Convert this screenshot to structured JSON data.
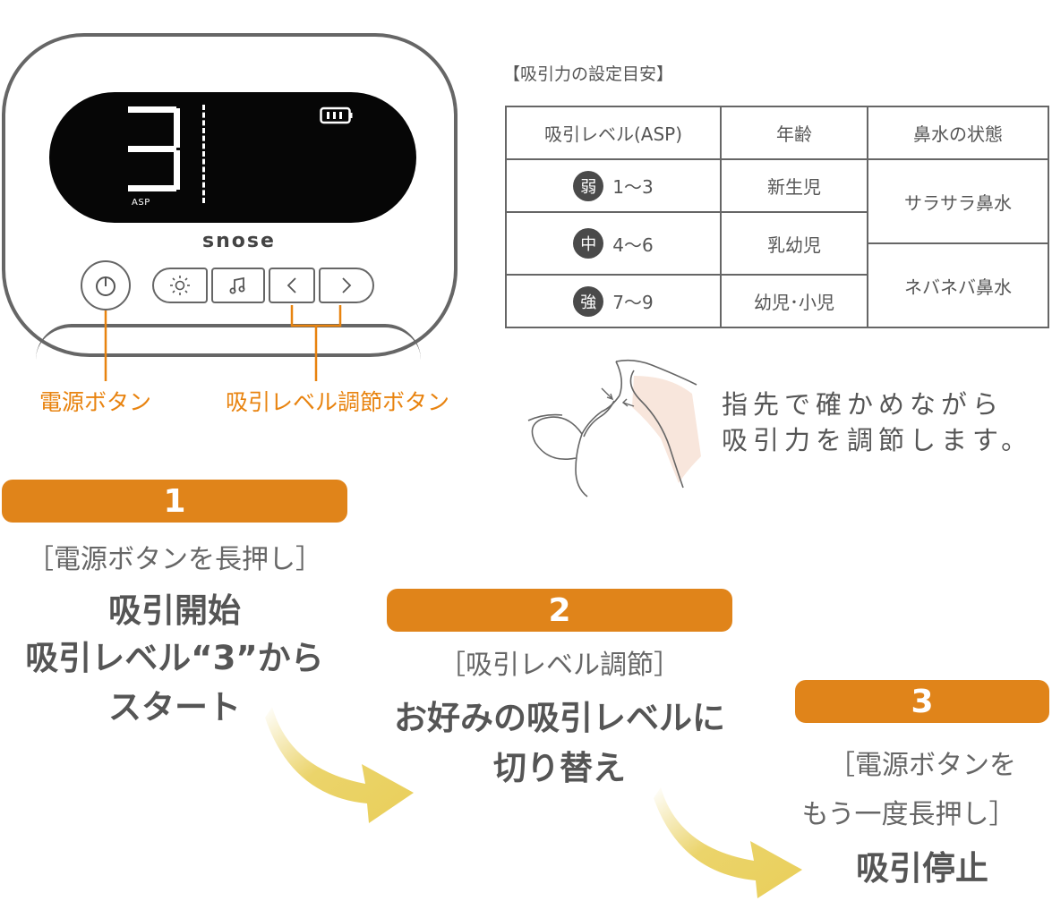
{
  "device": {
    "display_digit": "3",
    "display_unit": "ASP",
    "brand": "snose",
    "callouts": {
      "power": "電源ボタン",
      "level": "吸引レベル調節ボタン"
    }
  },
  "settings_table": {
    "title": "【吸引力の設定目安】",
    "headers": [
      "吸引レベル(ASP)",
      "年齢",
      "鼻水の状態"
    ],
    "rows": [
      {
        "badge": "弱",
        "range": "1〜3",
        "age": "新生児"
      },
      {
        "badge": "中",
        "range": "4〜6",
        "age": "乳幼児"
      },
      {
        "badge": "強",
        "range": "7〜9",
        "age": "幼児･小児"
      }
    ],
    "conditions": [
      "サラサラ鼻水",
      "ネバネバ鼻水"
    ]
  },
  "tip": {
    "line1": "指先で確かめながら",
    "line2": "吸引力を調節します。"
  },
  "steps": [
    {
      "number": "1",
      "sub": "［電源ボタンを長押し］",
      "main": [
        "吸引開始",
        "吸引レベル“3”から",
        "スタート"
      ]
    },
    {
      "number": "2",
      "sub": "［吸引レベル調節］",
      "main": [
        "お好みの吸引レベルに",
        "切り替え"
      ]
    },
    {
      "number": "3",
      "sub": [
        "［電源ボタンを",
        "もう一度長押し］"
      ],
      "main": "吸引停止"
    }
  ],
  "colors": {
    "accent": "#E0841A",
    "callout": "#E8830F",
    "arrow": "#E9CF5A"
  }
}
